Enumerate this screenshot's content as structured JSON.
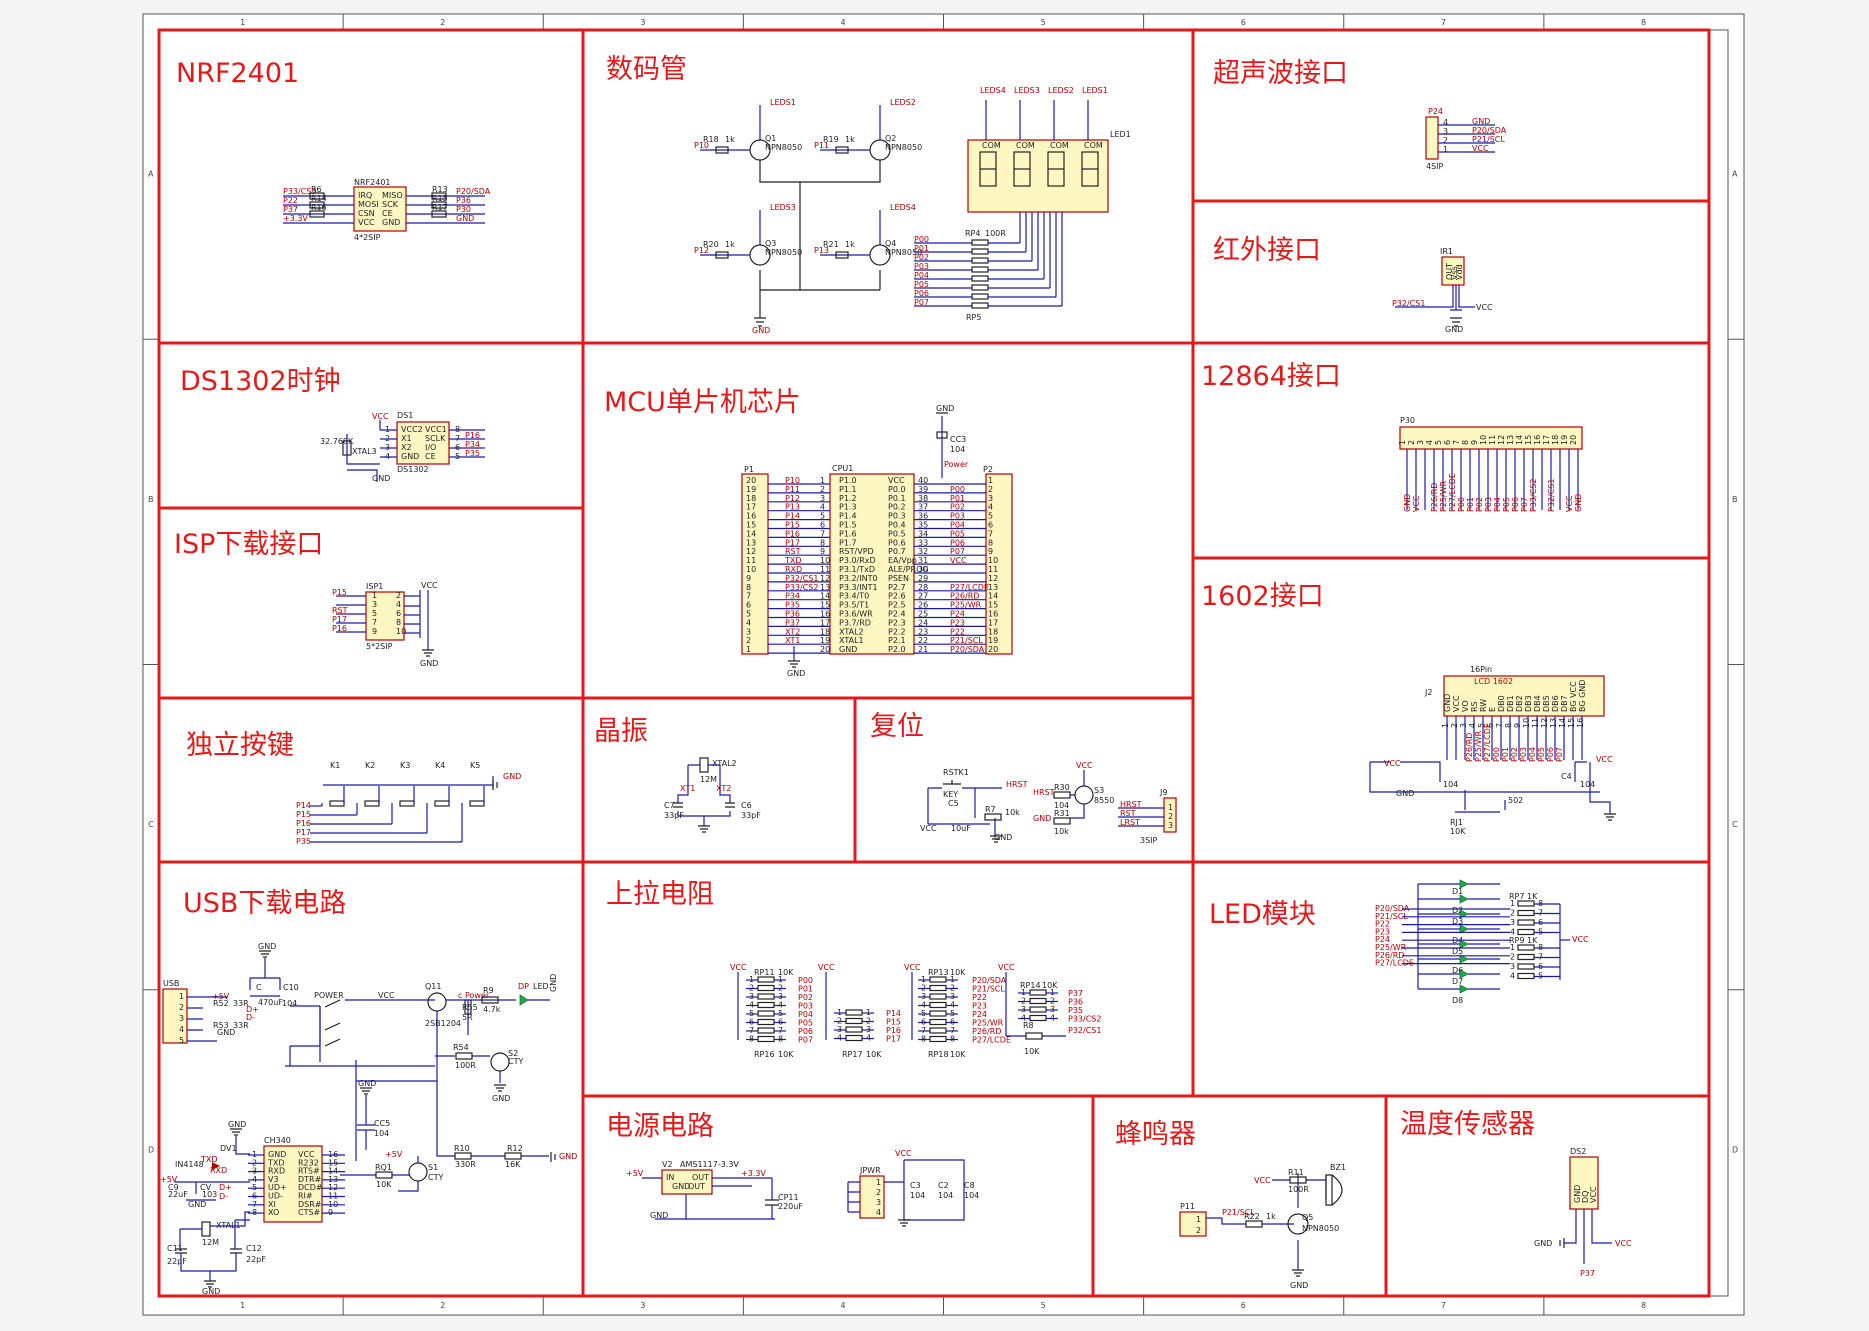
{
  "sheet": {
    "columns": [
      "1",
      "2",
      "3",
      "4",
      "5",
      "6",
      "7",
      "8"
    ],
    "rows": [
      "A",
      "B",
      "C",
      "D"
    ]
  },
  "sections": {
    "nrf2401": "NRF2401",
    "display": "数码管",
    "ultrasonic": "超声波接口",
    "infrared": "红外接口",
    "ds1302": "DS1302时钟",
    "mcu": "MCU单片机芯片",
    "lcd12864": "12864接口",
    "isp": "ISP下载接口",
    "lcd1602": "1602接口",
    "keys": "独立按键",
    "crystal": "晶振",
    "reset": "复位",
    "usb": "USB下载电路",
    "pullup": "上拉电阻",
    "led": "LED模块",
    "power": "电源电路",
    "buzzer": "蜂鸣器",
    "temp": "温度传感器"
  },
  "nrf": {
    "ref": "NRF2401",
    "pkg": "4*2SIP",
    "left_pins": [
      "IRQ",
      "MOSI",
      "CSN",
      "VCC"
    ],
    "right_pins": [
      "MISO",
      "SCK",
      "CE",
      "GND"
    ],
    "left_nets": [
      "P33/CS3",
      "P22",
      "P37",
      "+3.3V"
    ],
    "right_nets": [
      "P20/SDA",
      "P36",
      "P30",
      "GND"
    ],
    "res_left": [
      "R6",
      "R14",
      "R16"
    ],
    "res_right": [
      "R13",
      "R15",
      "R17"
    ]
  },
  "seg": {
    "transistors": [
      {
        "ref": "Q1",
        "type": "NPN8050",
        "base": "P10",
        "res": "R18",
        "val": "1k",
        "led": "LEDS1"
      },
      {
        "ref": "Q2",
        "type": "NPN8050",
        "base": "P11",
        "res": "R19",
        "val": "1k",
        "led": "LEDS2"
      },
      {
        "ref": "Q3",
        "type": "NPN8050",
        "base": "P12",
        "res": "R20",
        "val": "1k",
        "led": "LEDS3"
      },
      {
        "ref": "Q4",
        "type": "NPN8050",
        "base": "P13",
        "res": "R21",
        "val": "1k",
        "led": "LEDS4"
      }
    ],
    "digits_top": [
      "LEDS4",
      "LEDS3",
      "LEDS2",
      "LEDS1"
    ],
    "com": "COM",
    "led_ref": "LED1",
    "rp4": "RP4",
    "rp4_val": "100R",
    "rp5": "RP5",
    "ports": [
      "P00",
      "P01",
      "P02",
      "P03",
      "P04",
      "P05",
      "P06",
      "P07"
    ],
    "gnd": "GND"
  },
  "ultra": {
    "ref": "P24",
    "pkg": "4SIP",
    "nets": [
      "GND",
      "P20/SDA",
      "P21/SCL",
      "VCC"
    ]
  },
  "ir": {
    "ref": "IR1",
    "pins": [
      "OUT",
      "Vss",
      "Vdd"
    ],
    "net": "P32/CS1",
    "gnd": "GND",
    "vcc": "VCC"
  },
  "ds1302": {
    "ref": "DS1",
    "part": "DS1302",
    "left_pins": [
      "VCC2",
      "X1",
      "X2",
      "GND"
    ],
    "right_pins": [
      "VCC1",
      "SCLK",
      "I/O",
      "CE"
    ],
    "nets": [
      "P16",
      "P34",
      "P35"
    ],
    "crystal": "32.768K",
    "xtal": "XTAL3",
    "vcc": "VCC",
    "gnd": "GND"
  },
  "mcu": {
    "ref": "CPU1",
    "p1": "P1",
    "p2": "P2",
    "cap": "CC3",
    "cap_val": "104",
    "gnd": "GND",
    "power": "Power",
    "left": [
      {
        "n": "20",
        "net": "P10",
        "pin": "1",
        "name": "P1.0"
      },
      {
        "n": "19",
        "net": "P11",
        "pin": "2",
        "name": "P1.1"
      },
      {
        "n": "18",
        "net": "P12",
        "pin": "3",
        "name": "P1.2"
      },
      {
        "n": "17",
        "net": "P13",
        "pin": "4",
        "name": "P1.3"
      },
      {
        "n": "16",
        "net": "P14",
        "pin": "5",
        "name": "P1.4"
      },
      {
        "n": "15",
        "net": "P15",
        "pin": "6",
        "name": "P1.5"
      },
      {
        "n": "14",
        "net": "P16",
        "pin": "7",
        "name": "P1.6"
      },
      {
        "n": "13",
        "net": "P17",
        "pin": "8",
        "name": "P1.7"
      },
      {
        "n": "12",
        "net": "RST",
        "pin": "9",
        "name": "RST/VPD"
      },
      {
        "n": "11",
        "net": "TXD",
        "pin": "10",
        "name": "P3.0/RxD"
      },
      {
        "n": "10",
        "net": "RXD",
        "pin": "11",
        "name": "P3.1/TxD"
      },
      {
        "n": "9",
        "net": "P32/CS1",
        "pin": "12",
        "name": "P3.2/INT0"
      },
      {
        "n": "8",
        "net": "P33/CS2",
        "pin": "13",
        "name": "P3.3/INT1"
      },
      {
        "n": "7",
        "net": "P34",
        "pin": "14",
        "name": "P3.4/T0"
      },
      {
        "n": "6",
        "net": "P35",
        "pin": "15",
        "name": "P3.5/T1"
      },
      {
        "n": "5",
        "net": "P36",
        "pin": "16",
        "name": "P3.6/WR"
      },
      {
        "n": "4",
        "net": "P37",
        "pin": "17",
        "name": "P3.7/RD"
      },
      {
        "n": "3",
        "net": "XT2",
        "pin": "18",
        "name": "XTAL2"
      },
      {
        "n": "2",
        "net": "XT1",
        "pin": "19",
        "name": "XTAL1"
      },
      {
        "n": "1",
        "net": "",
        "pin": "20",
        "name": "GND"
      }
    ],
    "right": [
      {
        "n": "1",
        "net": "",
        "pin": "40",
        "name": "VCC"
      },
      {
        "n": "2",
        "net": "P00",
        "pin": "39",
        "name": "P0.0"
      },
      {
        "n": "3",
        "net": "P01",
        "pin": "38",
        "name": "P0.1"
      },
      {
        "n": "4",
        "net": "P02",
        "pin": "37",
        "name": "P0.2"
      },
      {
        "n": "5",
        "net": "P03",
        "pin": "36",
        "name": "P0.3"
      },
      {
        "n": "6",
        "net": "P04",
        "pin": "35",
        "name": "P0.4"
      },
      {
        "n": "7",
        "net": "P05",
        "pin": "34",
        "name": "P0.5"
      },
      {
        "n": "8",
        "net": "P06",
        "pin": "33",
        "name": "P0.6"
      },
      {
        "n": "9",
        "net": "P07",
        "pin": "32",
        "name": "P0.7"
      },
      {
        "n": "10",
        "net": "VCC",
        "pin": "31",
        "name": "EA/Vpp"
      },
      {
        "n": "11",
        "net": "",
        "pin": "30",
        "name": "ALE/PROG"
      },
      {
        "n": "12",
        "net": "",
        "pin": "29",
        "name": "PSEN"
      },
      {
        "n": "13",
        "net": "P27/LCDE",
        "pin": "28",
        "name": "P2.7"
      },
      {
        "n": "14",
        "net": "P26/RD",
        "pin": "27",
        "name": "P2.6"
      },
      {
        "n": "15",
        "net": "P25/WR",
        "pin": "26",
        "name": "P2.5"
      },
      {
        "n": "16",
        "net": "P24",
        "pin": "25",
        "name": "P2.4"
      },
      {
        "n": "17",
        "net": "P23",
        "pin": "24",
        "name": "P2.3"
      },
      {
        "n": "18",
        "net": "P22",
        "pin": "23",
        "name": "P2.2"
      },
      {
        "n": "19",
        "net": "P21/SCL",
        "pin": "22",
        "name": "P2.1"
      },
      {
        "n": "20",
        "net": "P20/SDA",
        "pin": "21",
        "name": "P2.0"
      }
    ]
  },
  "lcd12864": {
    "ref": "P30",
    "nets": [
      "GND",
      "VCC",
      "",
      "P26/RD",
      "P25/WR",
      "P27/LCDE",
      "P00",
      "P01",
      "P02",
      "P03",
      "P04",
      "P05",
      "P06",
      "P07",
      "P33/CS2",
      "",
      "P32/CS1",
      "",
      "VCC",
      "GND"
    ]
  },
  "isp": {
    "ref": "ISP1",
    "pkg": "5*2SIP",
    "nets": [
      "P15",
      "",
      "RST",
      "P17",
      "P16"
    ],
    "vcc": "VCC",
    "gnd": "GND"
  },
  "lcd1602": {
    "ref": "J2",
    "pins_label": "16Pin",
    "title": "LCD 1602",
    "pins": [
      "GND",
      "VCC",
      "VO",
      "RS",
      "RW",
      "E",
      "DB0",
      "DB1",
      "DB2",
      "DB3",
      "DB4",
      "DB5",
      "DB6",
      "DB7",
      "BG VCC",
      "BG GND"
    ],
    "nets": [
      "P26/RD",
      "P25/WR",
      "P27/LCDE",
      "P00",
      "P01",
      "P02",
      "P03",
      "P04",
      "P05",
      "P06",
      "P07"
    ],
    "vcc": "VCC",
    "gnd": "GND",
    "cap": "C4",
    "cap_val": "104",
    "cap2_val": "104",
    "rj": "RJ1",
    "rj_val": "10K",
    "pot": "502"
  },
  "keys": {
    "refs": [
      "K1",
      "K2",
      "K3",
      "K4",
      "K5"
    ],
    "nets": [
      "P14",
      "P15",
      "P16",
      "P17",
      "P35"
    ],
    "gnd": "GND"
  },
  "crystal": {
    "ref": "XTAL2",
    "val": "12M",
    "c_left": "C7",
    "c_left_val": "33pF",
    "c_right": "C6",
    "c_right_val": "33pF",
    "xt1": "XT1",
    "xt2": "XT2"
  },
  "reset": {
    "key": "RSTK1",
    "key_label": "KEY",
    "hrst": "HRST",
    "vcc": "VCC",
    "gnd": "GND",
    "c5": "C5",
    "c5_val": "10uF",
    "r7": "R7",
    "r7_val": "10k",
    "r30": "R30",
    "r30_val": "104",
    "r31": "R31",
    "r31_val": "10k",
    "q": "S3",
    "q_type": "8550",
    "j": "J9",
    "j_pkg": "3SIP",
    "j_nets": [
      "HRST",
      "RST",
      "LRST"
    ]
  },
  "usb": {
    "conn": "USB",
    "plus5": "+5V",
    "r52": "R52",
    "r52_val": "33R",
    "r53": "R53",
    "r53_val": "33R",
    "dp": "D+",
    "dm": "D-",
    "gnd": "GND",
    "c": "C",
    "c10": "C10",
    "c10_val": "104",
    "c1": "C1",
    "c1_val": "470uF",
    "power": "POWER",
    "vcc": "VCC",
    "q11": "Q11",
    "q11_type": "2SB1204",
    "r55": "R55",
    "r55_val": "5R",
    "r9": "R9",
    "r9_val": "4.7k",
    "cpower": "c Power",
    "dp_led": "DP",
    "led": "LED",
    "r54": "R54",
    "r54_val": "100R",
    "s2": "S2",
    "s2_type": "CTY",
    "cc5": "CC5",
    "cc5_val": "104",
    "r10": "R10",
    "r10_val": "330R",
    "r12": "R12",
    "r12_val": "16K",
    "rq1": "RQ1",
    "rq1_val": "10K",
    "s1": "S1",
    "s1_type": "CTY",
    "plus5b": "+5V",
    "ch340": "CH340",
    "ch_left": [
      "GND",
      "TXD",
      "RXD",
      "V3",
      "UD+",
      "UD-",
      "XI",
      "XO"
    ],
    "ch_right": [
      "VCC",
      "R232",
      "RTS#",
      "DTR#",
      "DCD#",
      "RI#",
      "DSR#",
      "CTS#"
    ],
    "ch_pins_left": [
      "1",
      "2",
      "3",
      "4",
      "5",
      "6",
      "7",
      "8"
    ],
    "ch_pins_right": [
      "16",
      "15",
      "14",
      "13",
      "12",
      "11",
      "10",
      "9"
    ],
    "dv1": "DV1",
    "dv1_type": "IN4148",
    "txd": "TXD",
    "rxd": "RXD",
    "c9": "C9",
    "c9_val": "22uF",
    "cv": "CV",
    "cv_val": "103",
    "xtal": "XTAL1",
    "xtal_val": "12M",
    "c11": "C11",
    "c11_val": "22pF",
    "c12": "C12",
    "c12_val": "22pF"
  },
  "pullup": {
    "vcc": "VCC",
    "rp11": "RP11",
    "rp11_val": "10K",
    "rp11_nets": [
      "P00",
      "P01",
      "P02",
      "P03",
      "P04",
      "P05",
      "P06",
      "P07"
    ],
    "rp16": "RP16",
    "rp16_val": "10K",
    "rp17": "RP17",
    "rp17_val": "10K",
    "rp17_nets": [
      "P14",
      "P15",
      "P16",
      "P17"
    ],
    "rp13": "RP13",
    "rp13_val": "10K",
    "rp13_nets": [
      "P20/SDA",
      "P21/SCL",
      "P22",
      "P23",
      "P24",
      "P25/WR",
      "P26/RD",
      "P27/LCDE"
    ],
    "rp18": "RP18",
    "rp18_val": "10K",
    "rp14": "RP14",
    "rp14_val": "10K",
    "rp14_nets": [
      "P37",
      "P36",
      "P35",
      "P33/CS2"
    ],
    "r8": "R8",
    "r8_val": "10K",
    "r8_net": "P32/CS1"
  },
  "leds": {
    "refs": [
      "D1",
      "D2",
      "D3",
      "D4",
      "D5",
      "D6",
      "D7",
      "D8"
    ],
    "nets": [
      "P20/SDA",
      "P21/SCL",
      "P22",
      "P23",
      "P24",
      "P25/WR",
      "P26/RD",
      "P27/LCDE"
    ],
    "rp7": "RP7",
    "rp7_val": "1K",
    "rp9": "RP9",
    "rp9_val": "1K",
    "vcc": "VCC"
  },
  "power": {
    "reg": "V2",
    "reg_part": "AMS1117-3.3V",
    "in": "IN",
    "out": "OUT",
    "out2": "OUT",
    "gnd_pin": "GND",
    "plus5": "+5V",
    "plus33": "+3.3V",
    "gnd": "GND",
    "cp": "CP11",
    "cp_val": "220uF",
    "jp": "JPWR",
    "vcc": "VCC",
    "c3": "C3",
    "c3_val": "104",
    "c2": "C2",
    "c2_val": "104",
    "c8": "C8",
    "c8_val": "104"
  },
  "buzzer": {
    "conn": "P11",
    "net": "P21/SCL",
    "r22": "R22",
    "r22_val": "1k",
    "r11": "R11",
    "r11_val": "100R",
    "bz": "BZ1",
    "q": "Q5",
    "q_type": "NPN8050",
    "vcc": "VCC",
    "gnd": "GND"
  },
  "temp": {
    "ref": "DS2",
    "pins": [
      "GND",
      "DQ",
      "VCC"
    ],
    "gnd": "GND",
    "vcc": "VCC",
    "net": "P37"
  }
}
